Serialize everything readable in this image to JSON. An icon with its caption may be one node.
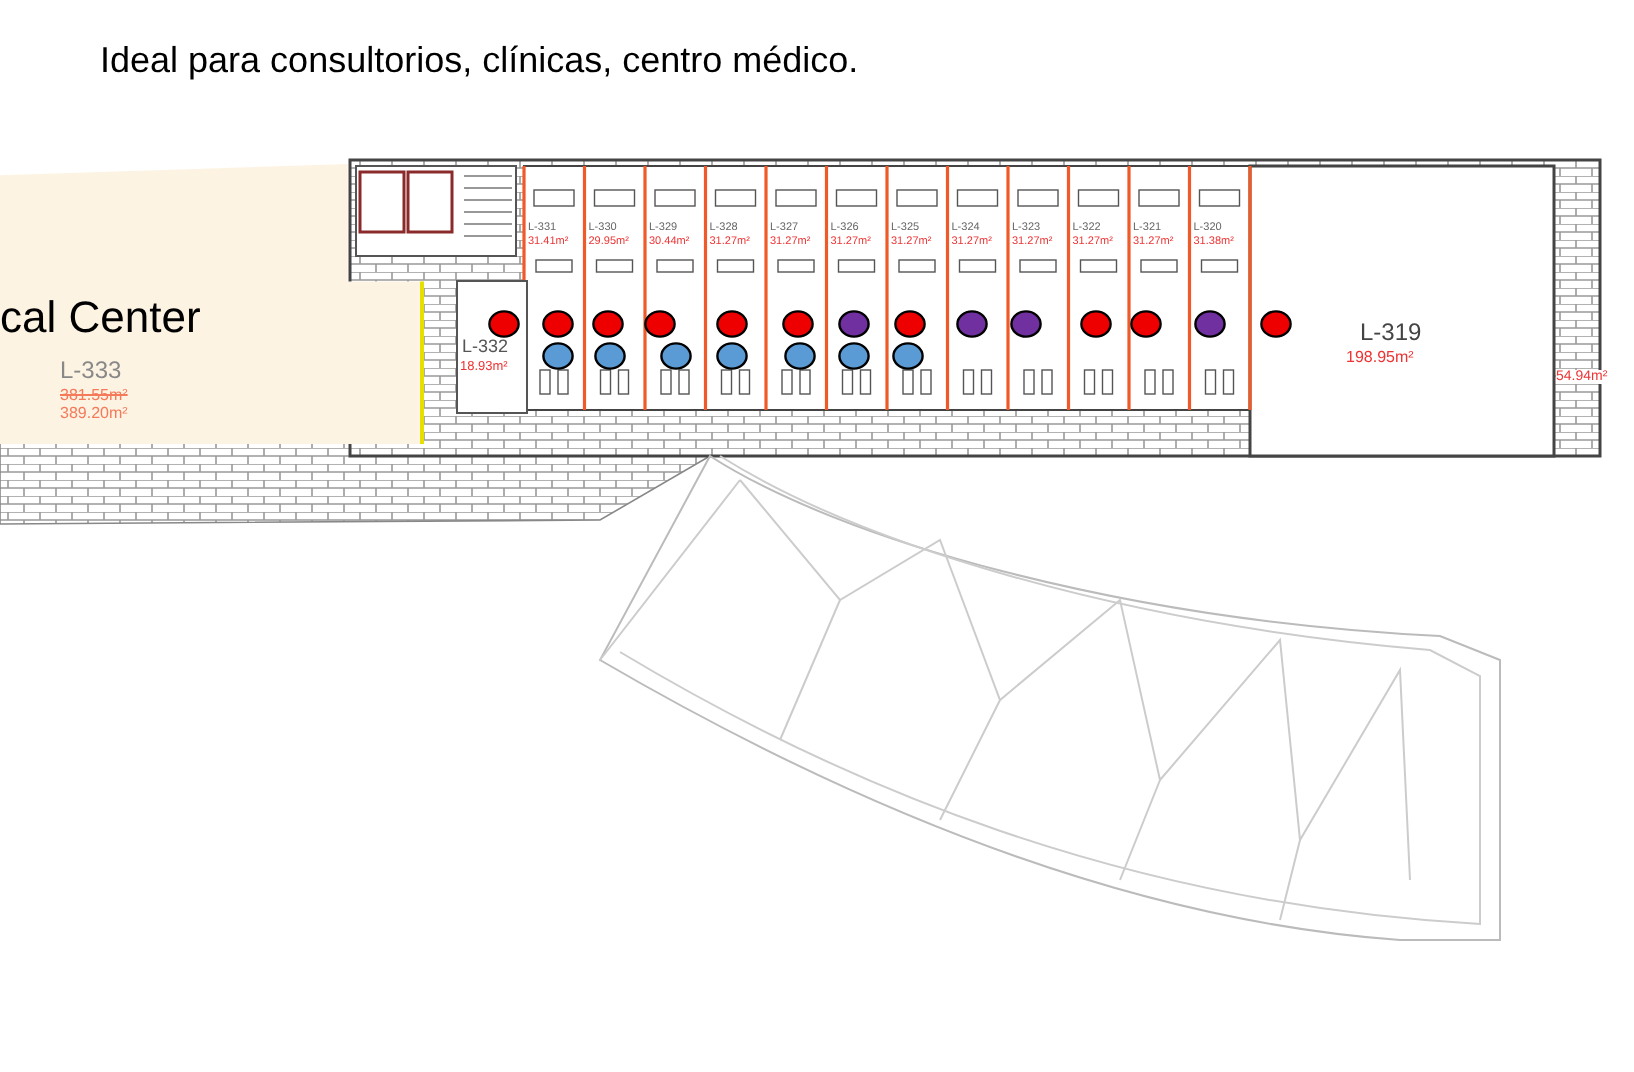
{
  "diagram": {
    "title": "Ideal para consultorios, clínicas, centro médico.",
    "nodes": [
      {
        "text": [
          "cal Center",
          "L-333",
          "381.55m²",
          "389.20m²"
        ]
      },
      {
        "text": [
          "L-332",
          "18.93m²"
        ]
      },
      {
        "text": [
          "L-331",
          "31.41m²"
        ]
      },
      {
        "text": [
          "L-330",
          "29.95m²"
        ]
      },
      {
        "text": [
          "L-329",
          "30.44m²"
        ]
      },
      {
        "text": [
          "L-328",
          "31.27m²"
        ]
      },
      {
        "text": [
          "L-327",
          "31.27m²"
        ]
      },
      {
        "text": [
          "L-326",
          "31.27m²"
        ]
      },
      {
        "text": [
          "L-325",
          "31.27m²"
        ]
      },
      {
        "text": [
          "L-324",
          "31.27m²"
        ]
      },
      {
        "text": [
          "L-323",
          "31.27m²"
        ]
      },
      {
        "text": [
          "L-322",
          "31.27m²"
        ]
      },
      {
        "text": [
          "L-321",
          "31.27m²"
        ]
      },
      {
        "text": [
          "L-320",
          "31.38m²"
        ]
      },
      {
        "text": [
          "L-319",
          "198.95m²"
        ]
      },
      {
        "text": [
          "54.94m²"
        ]
      }
    ]
  }
}
